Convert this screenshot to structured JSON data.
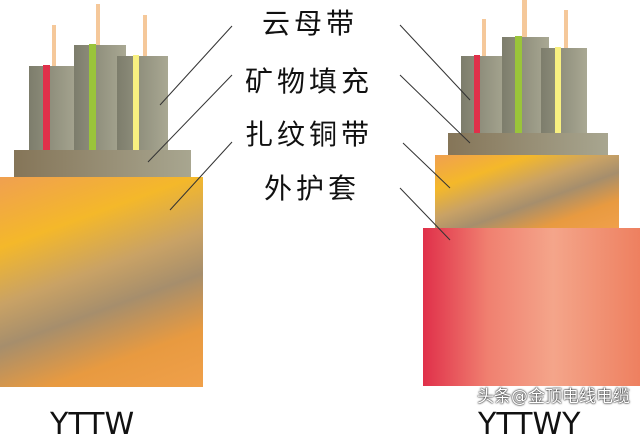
{
  "labels": {
    "mica_tape": "云母带",
    "mineral_filler": "矿物填充",
    "corrugated_copper": "扎纹铜带",
    "outer_sheath": "外护套"
  },
  "cables": {
    "left": "YTTW",
    "right": "YTTWY"
  },
  "watermark": "头条@金顶电线电缆",
  "colors": {
    "stripe_red": "#e0304a",
    "stripe_green": "#9ac43a",
    "stripe_yellow": "#f8f080"
  }
}
